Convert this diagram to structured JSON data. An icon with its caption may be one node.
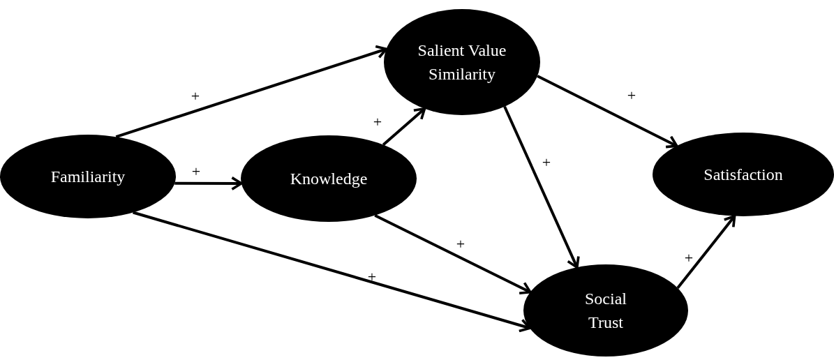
{
  "diagram": {
    "nodes": [
      {
        "text": [
          "Salient Value Similarity"
        ]
      },
      {
        "text": [
          "Familiarity"
        ]
      },
      {
        "text": [
          "Knowledge"
        ]
      },
      {
        "text": [
          "Satisfaction"
        ]
      },
      {
        "text": [
          "Social Trust"
        ]
      }
    ],
    "edges": [
      {
        "from": 1,
        "to": 0,
        "arrow": "to",
        "label": "+"
      },
      {
        "from": 1,
        "to": 2,
        "arrow": "to",
        "label": "+"
      },
      {
        "from": 2,
        "to": 0,
        "arrow": "to",
        "label": "+"
      },
      {
        "from": 0,
        "to": 3,
        "arrow": "to",
        "label": "+"
      },
      {
        "from": 0,
        "to": 4,
        "arrow": "to",
        "label": "+"
      },
      {
        "from": 2,
        "to": 4,
        "arrow": "to",
        "label": "+"
      },
      {
        "from": 1,
        "to": 4,
        "arrow": "to",
        "label": "+"
      },
      {
        "from": 4,
        "to": 3,
        "arrow": "to",
        "label": "+"
      }
    ]
  }
}
